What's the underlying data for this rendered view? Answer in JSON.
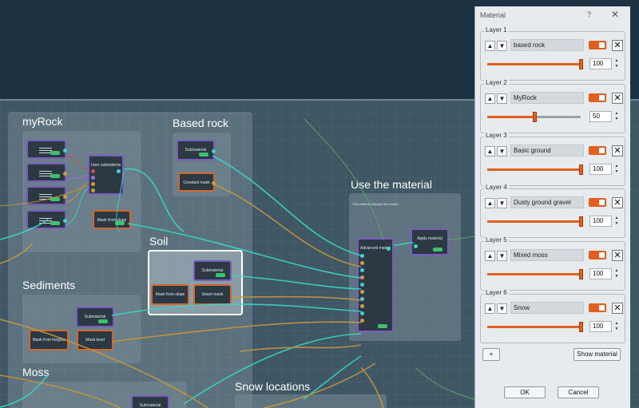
{
  "graph": {
    "groups": [
      {
        "title": "myRock"
      },
      {
        "title": "Based rock"
      },
      {
        "title": "Soil"
      },
      {
        "title": "Sediments"
      },
      {
        "title": "Moss"
      },
      {
        "title": "Snow locations"
      },
      {
        "title": "Use the material",
        "note": "This material displays the terrain."
      }
    ],
    "nodes": {
      "user_submaterial": "User submaterial",
      "mask_from_slope": "Mask from slope",
      "submaterial": "Submaterial",
      "constant_mask": "Constant mask",
      "mask_from_height": "Mask from heights",
      "mask_level": "Mask level",
      "smart_mask": "Smart mask",
      "advanced_material": "Advanced material",
      "apply_material": "Apply material"
    }
  },
  "dialog": {
    "title": "Material",
    "help": "?",
    "close": "✕",
    "layers": [
      {
        "label": "Layer 1",
        "name": "based rock",
        "value": "100",
        "level": 1.0
      },
      {
        "label": "Layer 2",
        "name": "MyRock",
        "value": "50",
        "level": 0.5
      },
      {
        "label": "Layer 3",
        "name": "Basic ground",
        "value": "100",
        "level": 1.0
      },
      {
        "label": "Layer 4",
        "name": "Dusty ground gravel",
        "value": "100",
        "level": 1.0
      },
      {
        "label": "Layer 5",
        "name": "Mixed moss",
        "value": "100",
        "level": 1.0
      },
      {
        "label": "Layer 6",
        "name": "Snow",
        "value": "100",
        "level": 1.0
      }
    ],
    "up_icon": "▲",
    "down_icon": "▼",
    "delete_icon": "✕",
    "add_label": "+",
    "show_material_label": "Show material",
    "ok_label": "OK",
    "cancel_label": "Cancel"
  },
  "colors": {
    "wire_cyan": "#3ad6c9",
    "wire_orange": "#c8963c",
    "accent": "#e35f1f"
  }
}
